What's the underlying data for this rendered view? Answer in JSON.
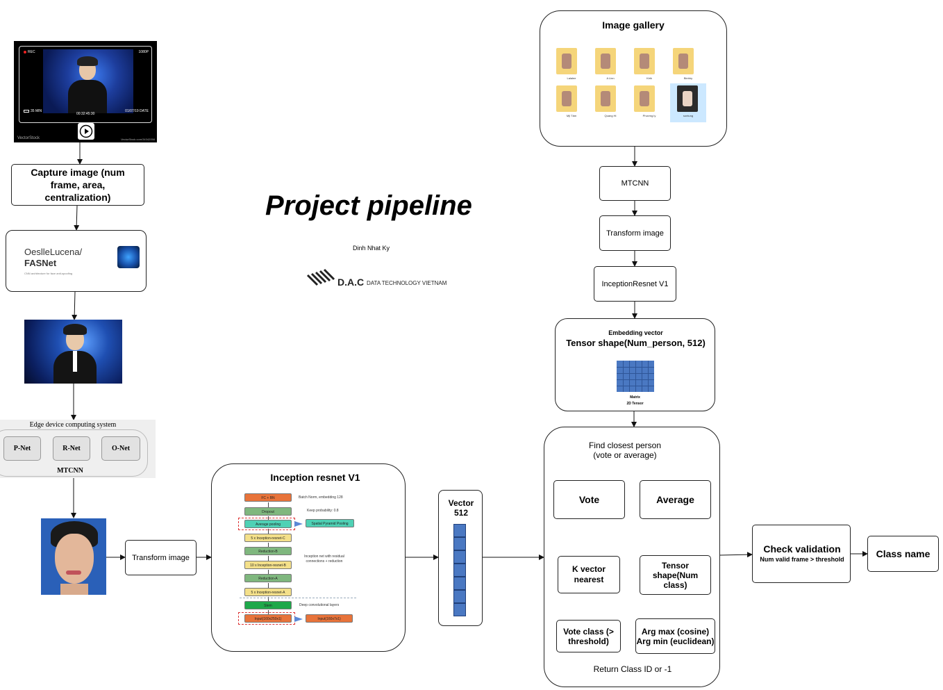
{
  "title": "Project pipeline",
  "author": "Dinh Nhat Ky",
  "company": {
    "logo_text": "D.A.C",
    "tagline": "DATA TECHNOLOGY VIETNAM"
  },
  "video_frame": {
    "rec": "REC",
    "quality": "1080P",
    "battery": "35 MIN",
    "timecode": "00:32:45:30",
    "date": "01/07/19 DATE",
    "watermark": "VectorStock",
    "watermark_url": "VectorStock.com/34342058"
  },
  "capture": {
    "label": "Capture image (num frame, area, centralization)"
  },
  "fasnet": {
    "org": "OeslleLucena/",
    "repo": "FASNet",
    "desc": "CNN architecture for face anti-spoofing"
  },
  "mtcnn_left": {
    "title": "Edge device computing system",
    "nets": [
      "P-Net",
      "R-Net",
      "O-Net"
    ],
    "footer": "MTCNN"
  },
  "transform_left": "Transform image",
  "inception_panel": {
    "title": "Inception resnet V1",
    "layers": [
      "FC + BN",
      "Dropout",
      "Average pooling",
      "5 x Inception-resnet-C",
      "Reduction-B",
      "10 x Inception-resnet-B",
      "Reduction-A",
      "5 x Inception-resnet-A",
      "Stem",
      "Input(160x250x1)"
    ],
    "side_boxes": [
      "Spatial Pyramid Pooling",
      "Input(160x7x1)"
    ],
    "notes": [
      "Batch Norm, embedding 128",
      "Keep probability: 0.8",
      "Inception net with residual connections + reduction",
      "Deep convolutional layers"
    ]
  },
  "vector": {
    "title": "Vector",
    "size": "512"
  },
  "gallery": {
    "title": "Image gallery",
    "folders": [
      "Lalalee",
      "A Linn",
      "Kirik",
      "Binhhy",
      "Mỹ Tâm",
      "Quang Hi",
      "Phương ly",
      "sontung"
    ]
  },
  "right_chain": {
    "mtcnn": "MTCNN",
    "transform": "Transform image",
    "inception": "InceptionResnet V1",
    "embedding_title": "Embedding vector",
    "embedding_shape": "Tensor shape(Num_person, 512)",
    "matrix_label": "Matrix",
    "matrix_sub": "2D Tensor"
  },
  "find": {
    "title": "Find closest person (vote or average)",
    "vote": "Vote",
    "average": "Average",
    "k_vector": "K vector nearest",
    "tensor_shape": "Tensor shape(Num class)",
    "vote_class": "Vote class (> threshold)",
    "arg_max": "Arg max (cosine) Arg min (euclidean)",
    "return": "Return Class ID or -1"
  },
  "check": {
    "title": "Check validation",
    "sub": "Num valid frame > threshold"
  },
  "class_name": "Class name",
  "colors": {
    "accent_blue": "#4a78c2",
    "layer_orange": "#e8733a",
    "layer_green": "#7fb77e",
    "layer_teal": "#4fd1b5",
    "layer_yellow": "#f4e08a",
    "layer_stem": "#1ea84a"
  }
}
